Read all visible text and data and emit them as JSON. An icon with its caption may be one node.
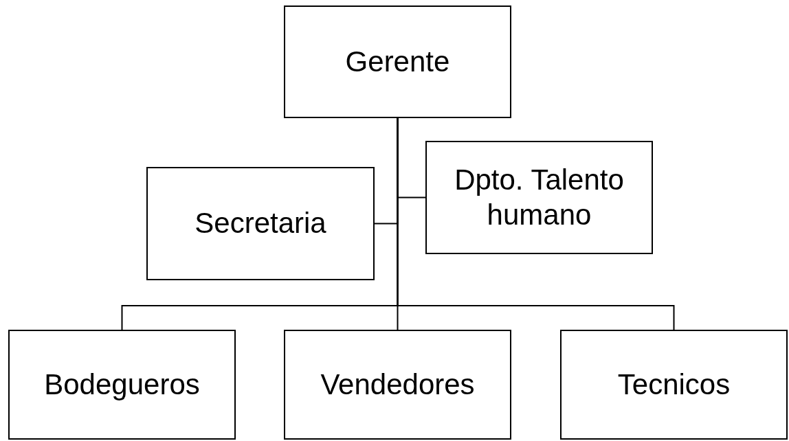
{
  "diagram": {
    "nodes": [
      {
        "text": [
          "Gerente"
        ]
      },
      {
        "text": [
          "Secretaria"
        ]
      },
      {
        "text": [
          "Dpto. Talento humano"
        ]
      },
      {
        "text": [
          "Bodegueros"
        ]
      },
      {
        "text": [
          "Vendedores"
        ]
      },
      {
        "text": [
          "Tecnicos"
        ]
      }
    ],
    "edges": [
      {
        "from": 0,
        "to": 1,
        "arrow": "none"
      },
      {
        "from": 0,
        "to": 2,
        "arrow": "none"
      },
      {
        "from": 0,
        "to": 3,
        "arrow": "none"
      },
      {
        "from": 0,
        "to": 4,
        "arrow": "none"
      },
      {
        "from": 0,
        "to": 5,
        "arrow": "none"
      }
    ]
  }
}
